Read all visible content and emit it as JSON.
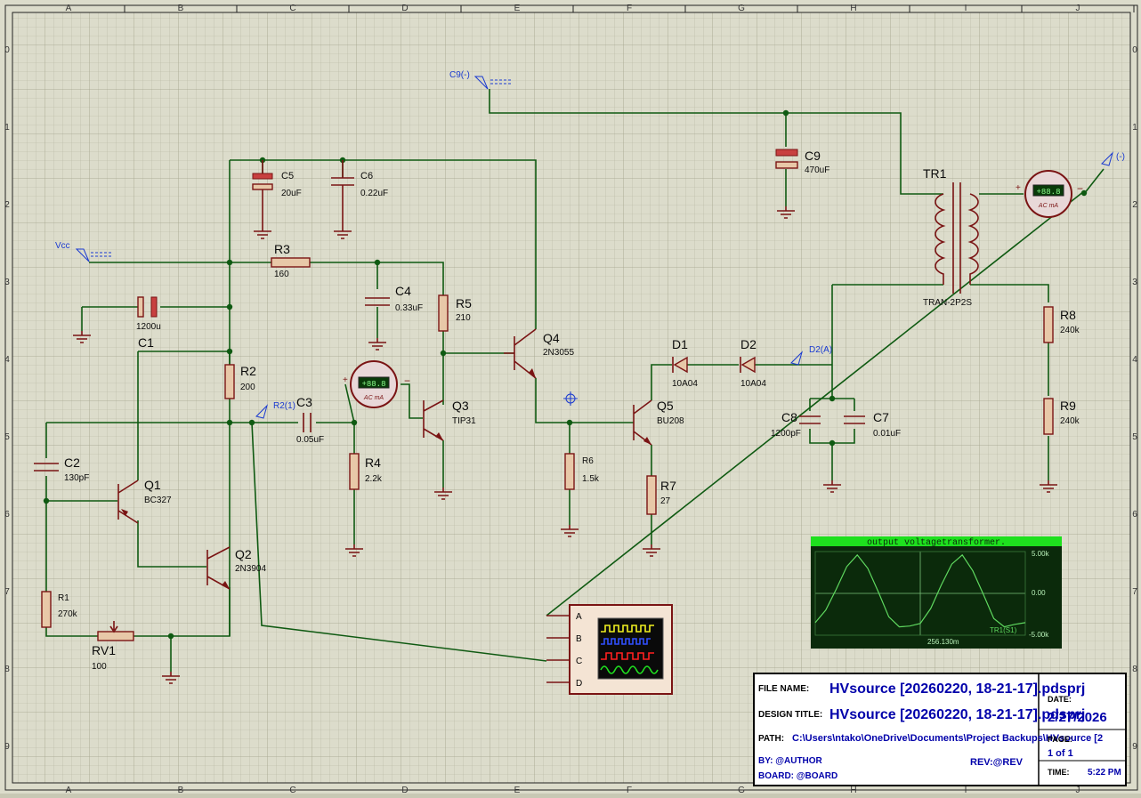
{
  "window": {
    "title": "Proteus schematic capture"
  },
  "rulers": {
    "columns": [
      "A",
      "B",
      "C",
      "D",
      "E",
      "F",
      "G",
      "H",
      "I",
      "J"
    ],
    "rows": [
      "0",
      "1",
      "2",
      "3",
      "4",
      "5",
      "6",
      "7",
      "8",
      "9"
    ]
  },
  "components": {
    "C5": {
      "ref": "C5",
      "value": "20uF"
    },
    "C6": {
      "ref": "C6",
      "value": "0.22uF"
    },
    "C9": {
      "ref": "C9",
      "value": "470uF"
    },
    "TR1": {
      "ref": "TR1",
      "value": "TRAN-2P2S"
    },
    "R3": {
      "ref": "R3",
      "value": "160"
    },
    "C4": {
      "ref": "C4",
      "value": "0.33uF"
    },
    "R5": {
      "ref": "R5",
      "value": "210"
    },
    "Q4": {
      "ref": "Q4",
      "value": "2N3055"
    },
    "CX": {
      "ref": "",
      "value": "1200u"
    },
    "C1": {
      "ref": "C1",
      "value": ""
    },
    "R2": {
      "ref": "R2",
      "value": "200"
    },
    "C3": {
      "ref": "C3",
      "value": "0.05uF"
    },
    "R4": {
      "ref": "R4",
      "value": "2.2k"
    },
    "Q3": {
      "ref": "Q3",
      "value": "TIP31"
    },
    "D1": {
      "ref": "D1",
      "value": "10A04"
    },
    "D2": {
      "ref": "D2",
      "value": "10A04"
    },
    "Q5": {
      "ref": "Q5",
      "value": "BU208"
    },
    "R6": {
      "ref": "R6",
      "value": "1.5k"
    },
    "R7": {
      "ref": "R7",
      "value": "27"
    },
    "C8": {
      "ref": "C8",
      "value": "1200pF"
    },
    "C7": {
      "ref": "C7",
      "value": "0.01uF"
    },
    "R8": {
      "ref": "R8",
      "value": "240k"
    },
    "R9": {
      "ref": "R9",
      "value": "240k"
    },
    "C2": {
      "ref": "C2",
      "value": "130pF"
    },
    "Q1": {
      "ref": "Q1",
      "value": "BC327"
    },
    "Q2": {
      "ref": "Q2",
      "value": "2N3904"
    },
    "R1": {
      "ref": "R1",
      "value": "270k"
    },
    "RV1": {
      "ref": "RV1",
      "value": "100"
    }
  },
  "terminals": {
    "vcc": "Vcc",
    "c9neg": "C9(-)",
    "neg": "(-)",
    "r2": "R2(1)",
    "d2": "D2(A)"
  },
  "meters": {
    "m1": {
      "display": "+88.8",
      "unit": "AC mA"
    },
    "m2": {
      "display": "+88.8",
      "unit": "AC mA"
    }
  },
  "oscilloscope": {
    "channels": [
      "A",
      "B",
      "C",
      "D"
    ]
  },
  "graph": {
    "title": "output voltagetransformer.",
    "ytick_top": "5.00k",
    "ytick_mid": "0.00",
    "ytick_bottom": "-5.00k",
    "xtick": "256.130m",
    "trace_label": "TR1(S1)"
  },
  "chart_data": {
    "type": "line",
    "title": "output voltagetransformer.",
    "series": [
      {
        "name": "TR1(S1)",
        "values": [
          -3.5,
          -2.0,
          0.5,
          3.2,
          4.6,
          3.0,
          0.2,
          -2.8,
          -4.0,
          -3.9,
          -3.6,
          -1.8,
          1.0,
          3.5,
          4.6,
          2.7,
          -0.1,
          -3.0,
          -4.0,
          -3.7,
          -3.5
        ]
      }
    ],
    "ylim": [
      -5000,
      5000
    ],
    "yticks": [
      "5.00k",
      "0.00",
      "-5.00k"
    ],
    "xtick": "256.130m",
    "grid": true
  },
  "titleblock": {
    "file_name_label": "FILE NAME:",
    "file_name": "HVsource [20260220, 18-21-17].pdsprj",
    "design_title_label": "DESIGN TITLE:",
    "design_title": "HVsource [20260220, 18-21-17].pdsprj",
    "path_label": "PATH:",
    "path": "C:\\Users\\ntako\\OneDrive\\Documents\\Project Backups\\HVsource [2",
    "by": "BY:   @AUTHOR",
    "rev": "REV:@REV",
    "board": "BOARD: @BOARD",
    "date_label": "DATE:",
    "date": "2/27/2026",
    "page_label": "PAGE:",
    "page": "1    of    1",
    "time_label": "TIME:",
    "time": "5:22 PM"
  }
}
